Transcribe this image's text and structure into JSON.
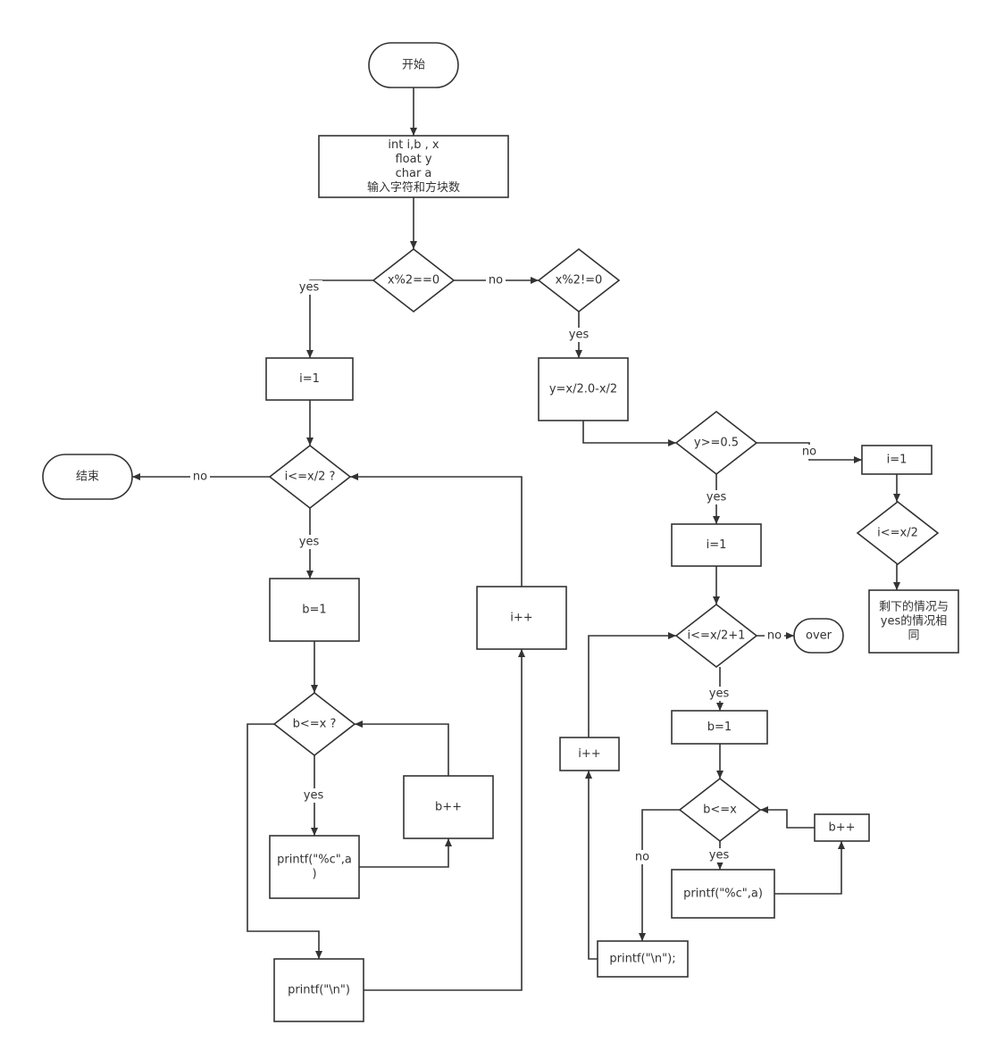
{
  "diagram": {
    "type": "flowchart",
    "colors": {
      "stroke": "#333333",
      "fill": "#ffffff",
      "text": "#333333"
    },
    "nodes": [
      {
        "id": "start",
        "shape": "terminal",
        "lines": [
          "开始"
        ]
      },
      {
        "id": "decl",
        "shape": "process",
        "lines": [
          "int i,b , x",
          "float y",
          "char a",
          "输入字符和方块数"
        ]
      },
      {
        "id": "d_even",
        "shape": "decision",
        "lines": [
          "x%2==0"
        ]
      },
      {
        "id": "d_odd",
        "shape": "decision",
        "lines": [
          "x%2!=0"
        ]
      },
      {
        "id": "i1_left",
        "shape": "process",
        "lines": [
          "i=1"
        ]
      },
      {
        "id": "d_i_left",
        "shape": "decision",
        "lines": [
          "i<=x/2 ?"
        ]
      },
      {
        "id": "end",
        "shape": "terminal",
        "lines": [
          "结束"
        ]
      },
      {
        "id": "b1_left",
        "shape": "process",
        "lines": [
          "b=1"
        ]
      },
      {
        "id": "inc_i_left",
        "shape": "process",
        "lines": [
          "i++"
        ]
      },
      {
        "id": "d_b_left",
        "shape": "decision",
        "lines": [
          "b<=x ?"
        ]
      },
      {
        "id": "inc_b_left",
        "shape": "process",
        "lines": [
          "b++"
        ]
      },
      {
        "id": "printc_left",
        "shape": "process",
        "lines": [
          "printf(\"%c\",a",
          ")"
        ]
      },
      {
        "id": "printn_left",
        "shape": "process",
        "lines": [
          "printf(\"\\n\")"
        ]
      },
      {
        "id": "y_calc",
        "shape": "process",
        "lines": [
          "y=x/2.0-x/2"
        ]
      },
      {
        "id": "d_y",
        "shape": "decision",
        "lines": [
          "y>=0.5"
        ]
      },
      {
        "id": "i1_far",
        "shape": "process",
        "lines": [
          "i=1"
        ]
      },
      {
        "id": "d_i_far",
        "shape": "decision",
        "lines": [
          "i<=x/2"
        ]
      },
      {
        "id": "rest",
        "shape": "process",
        "lines": [
          "剩下的情况与",
          "yes的情况相",
          "同"
        ]
      },
      {
        "id": "i1_mid",
        "shape": "process",
        "lines": [
          "i=1"
        ]
      },
      {
        "id": "d_i_mid",
        "shape": "decision",
        "lines": [
          "i<=x/2+1"
        ]
      },
      {
        "id": "over",
        "shape": "terminal",
        "lines": [
          "over"
        ]
      },
      {
        "id": "b1_mid",
        "shape": "process",
        "lines": [
          "b=1"
        ]
      },
      {
        "id": "inc_i_mid",
        "shape": "process",
        "lines": [
          "i++"
        ]
      },
      {
        "id": "d_b_mid",
        "shape": "decision",
        "lines": [
          "b<=x"
        ]
      },
      {
        "id": "inc_b_mid",
        "shape": "process",
        "lines": [
          "b++"
        ]
      },
      {
        "id": "printc_mid",
        "shape": "process",
        "lines": [
          "printf(\"%c\",a)"
        ]
      },
      {
        "id": "printn_mid",
        "shape": "process",
        "lines": [
          "printf(\"\\n\");"
        ]
      }
    ],
    "edges": [
      {
        "from": "start",
        "to": "decl",
        "label": ""
      },
      {
        "from": "decl",
        "to": "d_even",
        "label": ""
      },
      {
        "from": "d_even",
        "to": "d_odd",
        "label": "no"
      },
      {
        "from": "d_even",
        "to": "i1_left",
        "label": "yes"
      },
      {
        "from": "d_odd",
        "to": "y_calc",
        "label": "yes"
      },
      {
        "from": "i1_left",
        "to": "d_i_left",
        "label": ""
      },
      {
        "from": "d_i_left",
        "to": "end",
        "label": "no"
      },
      {
        "from": "d_i_left",
        "to": "b1_left",
        "label": "yes"
      },
      {
        "from": "b1_left",
        "to": "d_b_left",
        "label": ""
      },
      {
        "from": "d_b_left",
        "to": "printc_left",
        "label": "yes"
      },
      {
        "from": "printc_left",
        "to": "inc_b_left",
        "label": ""
      },
      {
        "from": "inc_b_left",
        "to": "d_b_left",
        "label": ""
      },
      {
        "from": "d_b_left",
        "to": "printn_left",
        "label": ""
      },
      {
        "from": "printn_left",
        "to": "inc_i_left",
        "label": ""
      },
      {
        "from": "inc_i_left",
        "to": "d_i_left",
        "label": ""
      },
      {
        "from": "y_calc",
        "to": "d_y",
        "label": ""
      },
      {
        "from": "d_y",
        "to": "i1_far",
        "label": "no"
      },
      {
        "from": "i1_far",
        "to": "d_i_far",
        "label": ""
      },
      {
        "from": "d_i_far",
        "to": "rest",
        "label": ""
      },
      {
        "from": "d_y",
        "to": "i1_mid",
        "label": "yes"
      },
      {
        "from": "i1_mid",
        "to": "d_i_mid",
        "label": ""
      },
      {
        "from": "d_i_mid",
        "to": "over",
        "label": "no"
      },
      {
        "from": "d_i_mid",
        "to": "b1_mid",
        "label": "yes"
      },
      {
        "from": "b1_mid",
        "to": "d_b_mid",
        "label": ""
      },
      {
        "from": "d_b_mid",
        "to": "printc_mid",
        "label": "yes"
      },
      {
        "from": "printc_mid",
        "to": "inc_b_mid",
        "label": ""
      },
      {
        "from": "inc_b_mid",
        "to": "d_b_mid",
        "label": ""
      },
      {
        "from": "d_b_mid",
        "to": "printn_mid",
        "label": "no"
      },
      {
        "from": "printn_mid",
        "to": "inc_i_mid",
        "label": ""
      },
      {
        "from": "inc_i_mid",
        "to": "d_i_mid",
        "label": ""
      }
    ]
  }
}
